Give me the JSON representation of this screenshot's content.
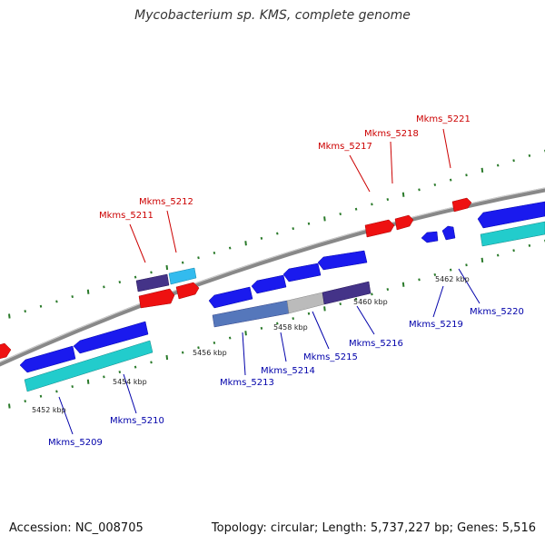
{
  "title": "Mycobacterium sp. KMS, complete genome",
  "footer": {
    "accession": "Accession: NC_008705",
    "summary": "Topology: circular; Length: 5,737,227 bp; Genes: 5,516"
  },
  "colors": {
    "backbone": "#888888",
    "forward_gene": "#ee1111",
    "reverse_gene": "#1a1aee",
    "cds_cyan": "#22cccc",
    "cds_lightblue": "#33bbee",
    "cds_steelblue": "#5577bb",
    "cds_grey": "#bbbbbb",
    "cds_purple": "#443388",
    "tick": "#2a7a2a",
    "forward_label": "#cc0000",
    "reverse_label": "#0000aa"
  },
  "chart_data": {
    "type": "genome_map",
    "kbp_markers": [
      "5452 kbp",
      "5454 kbp",
      "5456 kbp",
      "5458 kbp",
      "5460 kbp",
      "5462 kbp"
    ],
    "forward_genes": [
      "Mkms_5211",
      "Mkms_5212",
      "Mkms_5217",
      "Mkms_5218",
      "Mkms_5221"
    ],
    "reverse_genes": [
      "Mkms_5209",
      "Mkms_5210",
      "Mkms_5213",
      "Mkms_5214",
      "Mkms_5215",
      "Mkms_5216",
      "Mkms_5219",
      "Mkms_5220"
    ]
  }
}
